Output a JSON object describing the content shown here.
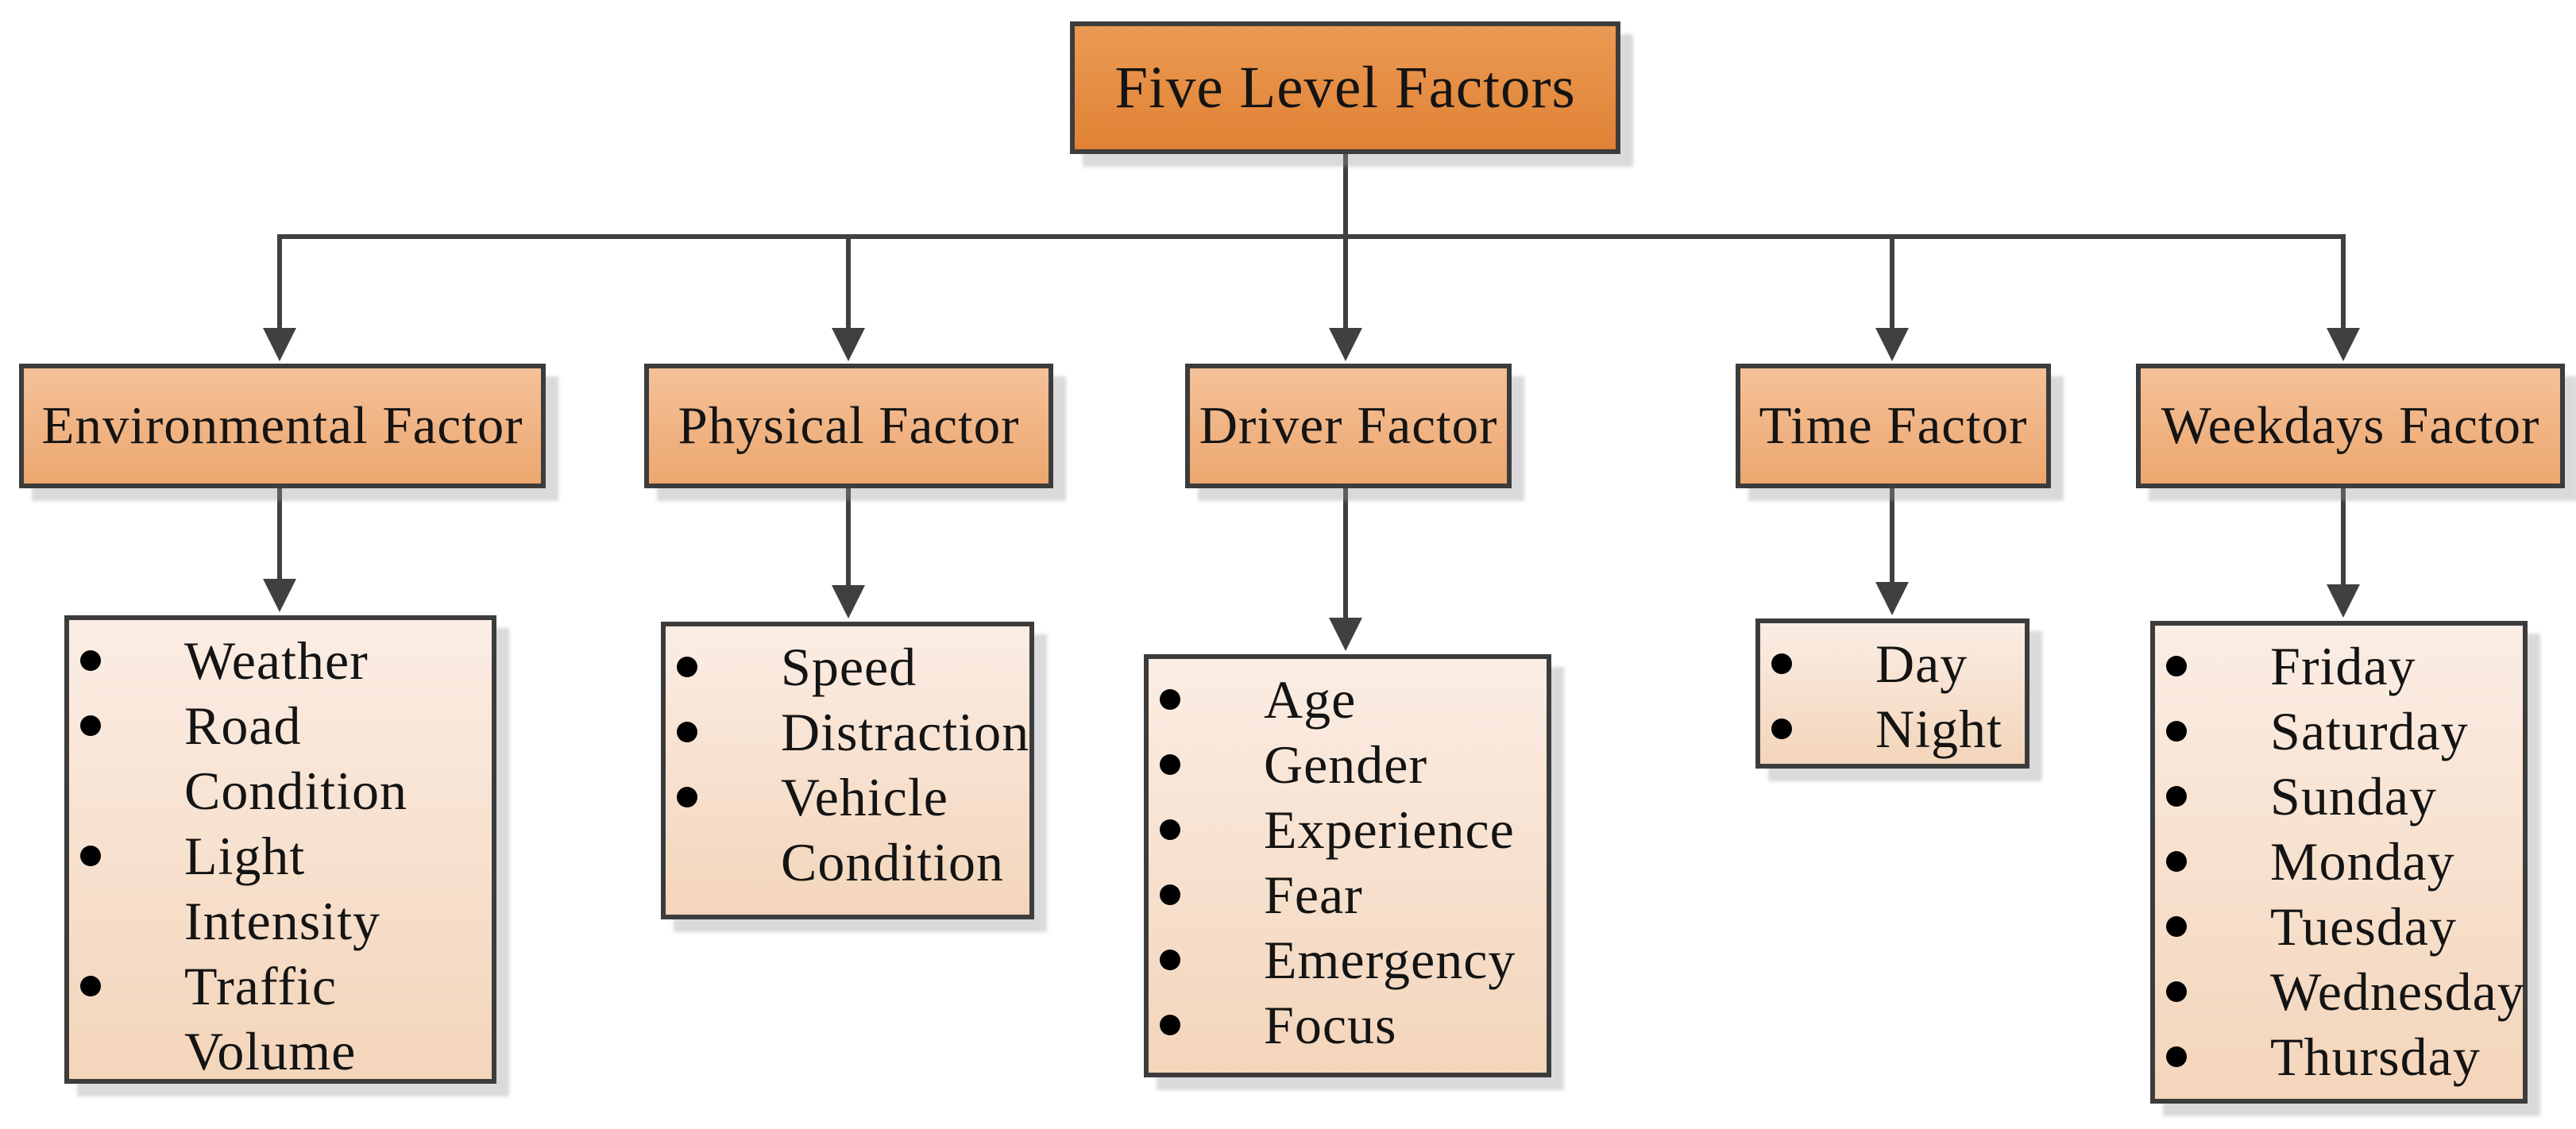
{
  "diagram": {
    "root": {
      "label": "Five Level Factors"
    },
    "categories": [
      {
        "label": "Environmental Factor",
        "items": [
          "Weather",
          "Road Condition",
          "Light Intensity",
          "Traffic Volume"
        ]
      },
      {
        "label": "Physical Factor",
        "items": [
          "Speed",
          "Distraction",
          "Vehicle Condition"
        ]
      },
      {
        "label": "Driver Factor",
        "items": [
          "Age",
          "Gender",
          "Experience",
          "Fear",
          "Emergency",
          "Focus"
        ]
      },
      {
        "label": "Time Factor",
        "items": [
          "Day",
          "Night"
        ]
      },
      {
        "label": "Weekdays Factor",
        "items": [
          "Friday",
          "Saturday",
          "Sunday",
          "Monday",
          "Tuesday",
          "Wednesday",
          "Thursday"
        ]
      }
    ],
    "colors": {
      "root_fill_top": "#EB9A54",
      "root_fill_bottom": "#E08234",
      "category_fill_top": "#F5C199",
      "category_fill_bottom": "#ECA76F",
      "list_fill_top": "#FBEDE4",
      "list_fill_bottom": "#F3D5BA",
      "border": "#3C3C3C",
      "connector": "#404040",
      "bullet": "#000000"
    }
  }
}
